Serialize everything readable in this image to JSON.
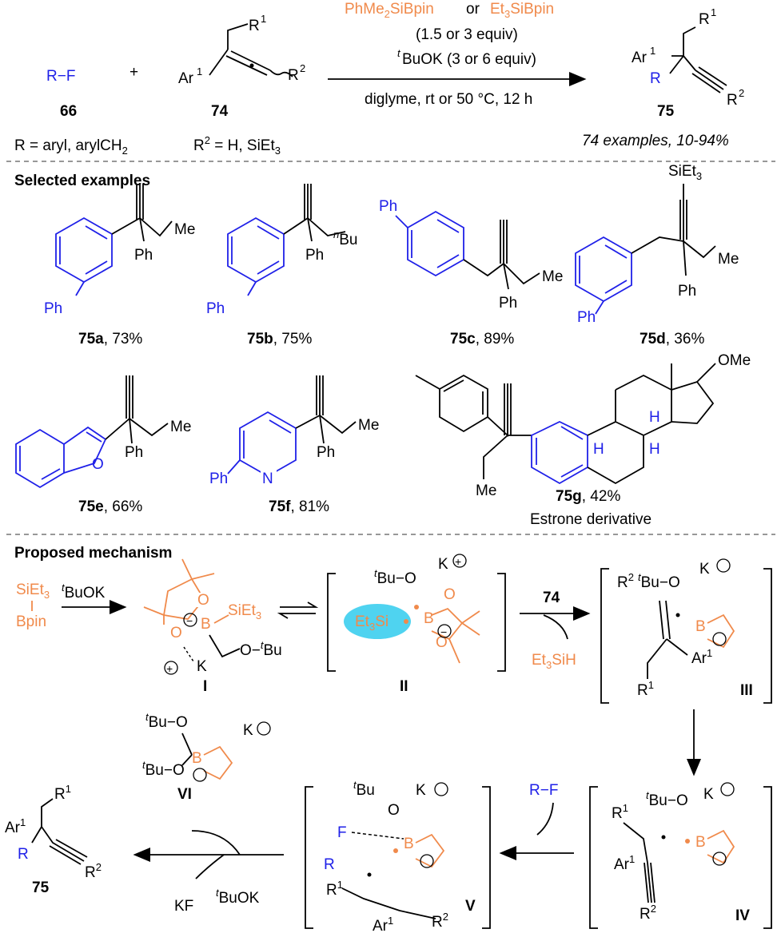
{
  "colors": {
    "blue": "#1f20e8",
    "orange": "#f08a4b",
    "highlight": "#4fd3f0"
  },
  "reaction": {
    "reactant1": "R−F",
    "reactant1_num": "66",
    "plus": "+",
    "reactant2_num": "74",
    "reagent_a": "PhMe2SiBpin",
    "reagent_or": " or ",
    "reagent_b": "Et3SiBpin",
    "equiv1": "(1.5 or 3 equiv)",
    "base": "BuOK (3 or 6 equiv)",
    "base_prefix": "t",
    "conditions": "diglyme, rt or 50 °C, 12 h",
    "product_num": "75",
    "r_def": "R = aryl, arylCH2",
    "r2_def": "R2 = H, SiEt3",
    "scope": "74 examples, 10-94%"
  },
  "section1": "Selected examples",
  "examples": [
    {
      "id": "75a",
      "yield": ", 73%"
    },
    {
      "id": "75b",
      "yield": ", 75%"
    },
    {
      "id": "75c",
      "yield": ", 89%"
    },
    {
      "id": "75d",
      "yield": ", 36%"
    },
    {
      "id": "75e",
      "yield": ", 66%"
    },
    {
      "id": "75f",
      "yield": ", 81%"
    },
    {
      "id": "75g",
      "yield": ", 42%",
      "note": "Estrone derivative"
    }
  ],
  "section2": "Proposed mechanism",
  "mechanism": {
    "start": [
      "SiEt3",
      "Bpin"
    ],
    "base": "BuOK",
    "labels": [
      "I",
      "II",
      "III",
      "IV",
      "V",
      "VI"
    ],
    "byproduct": "Et3SiH",
    "reagent_74": "74",
    "rf": "R−F",
    "kf": "KF",
    "product": "75"
  }
}
